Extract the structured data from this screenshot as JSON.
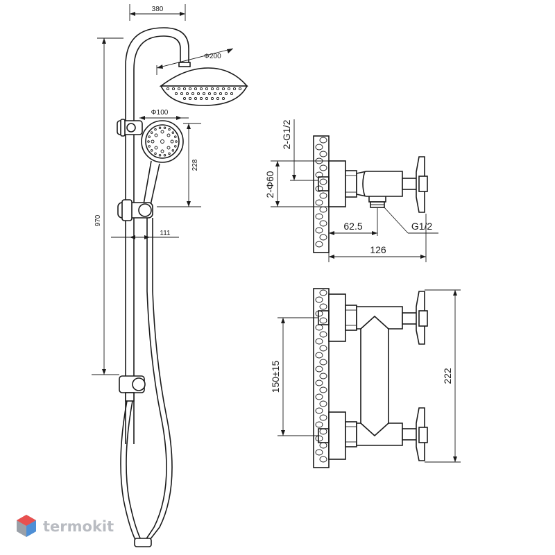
{
  "dimensions": {
    "arm_width": "380",
    "head_diameter": "Φ200",
    "hand_diameter": "Φ100",
    "hand_height": "228",
    "rail_height": "970",
    "hand_offset": "111",
    "thread_spec": "2-G1/2",
    "inlet_diameter": "2-Φ60",
    "outlet_offset": "62.5",
    "outlet_thread": "G1/2",
    "depth": "126",
    "center_distance": "150±15",
    "overall_height": "222"
  },
  "watermark": {
    "text": "termokit",
    "colors": [
      "#e8504f",
      "#4e8fd6",
      "#9aa0a8"
    ]
  }
}
